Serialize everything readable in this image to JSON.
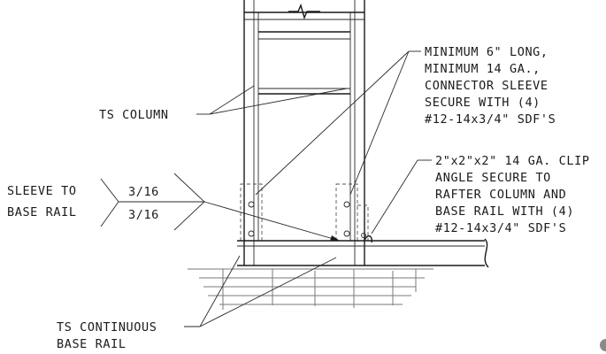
{
  "labels": {
    "ts_column": "TS COLUMN",
    "sleeve_to": "SLEEVE TO",
    "base_rail_side": "BASE RAIL",
    "weld_top": "3/16",
    "weld_bottom": "3/16",
    "ts_continuous": "TS CONTINUOUS",
    "base_rail_bottom": "BASE RAIL"
  },
  "note_connector": [
    "MINIMUM 6\" LONG,",
    "MINIMUM 14 GA.,",
    "CONNECTOR SLEEVE",
    "SECURE WITH (4)",
    "#12-14x3/4\" SDF'S"
  ],
  "note_clip": [
    "2\"x2\"x2\" 14 GA. CLIP",
    "ANGLE SECURE TO",
    "RAFTER COLUMN AND",
    "BASE RAIL WITH (4)",
    "#12-14x3/4\" SDF'S"
  ]
}
